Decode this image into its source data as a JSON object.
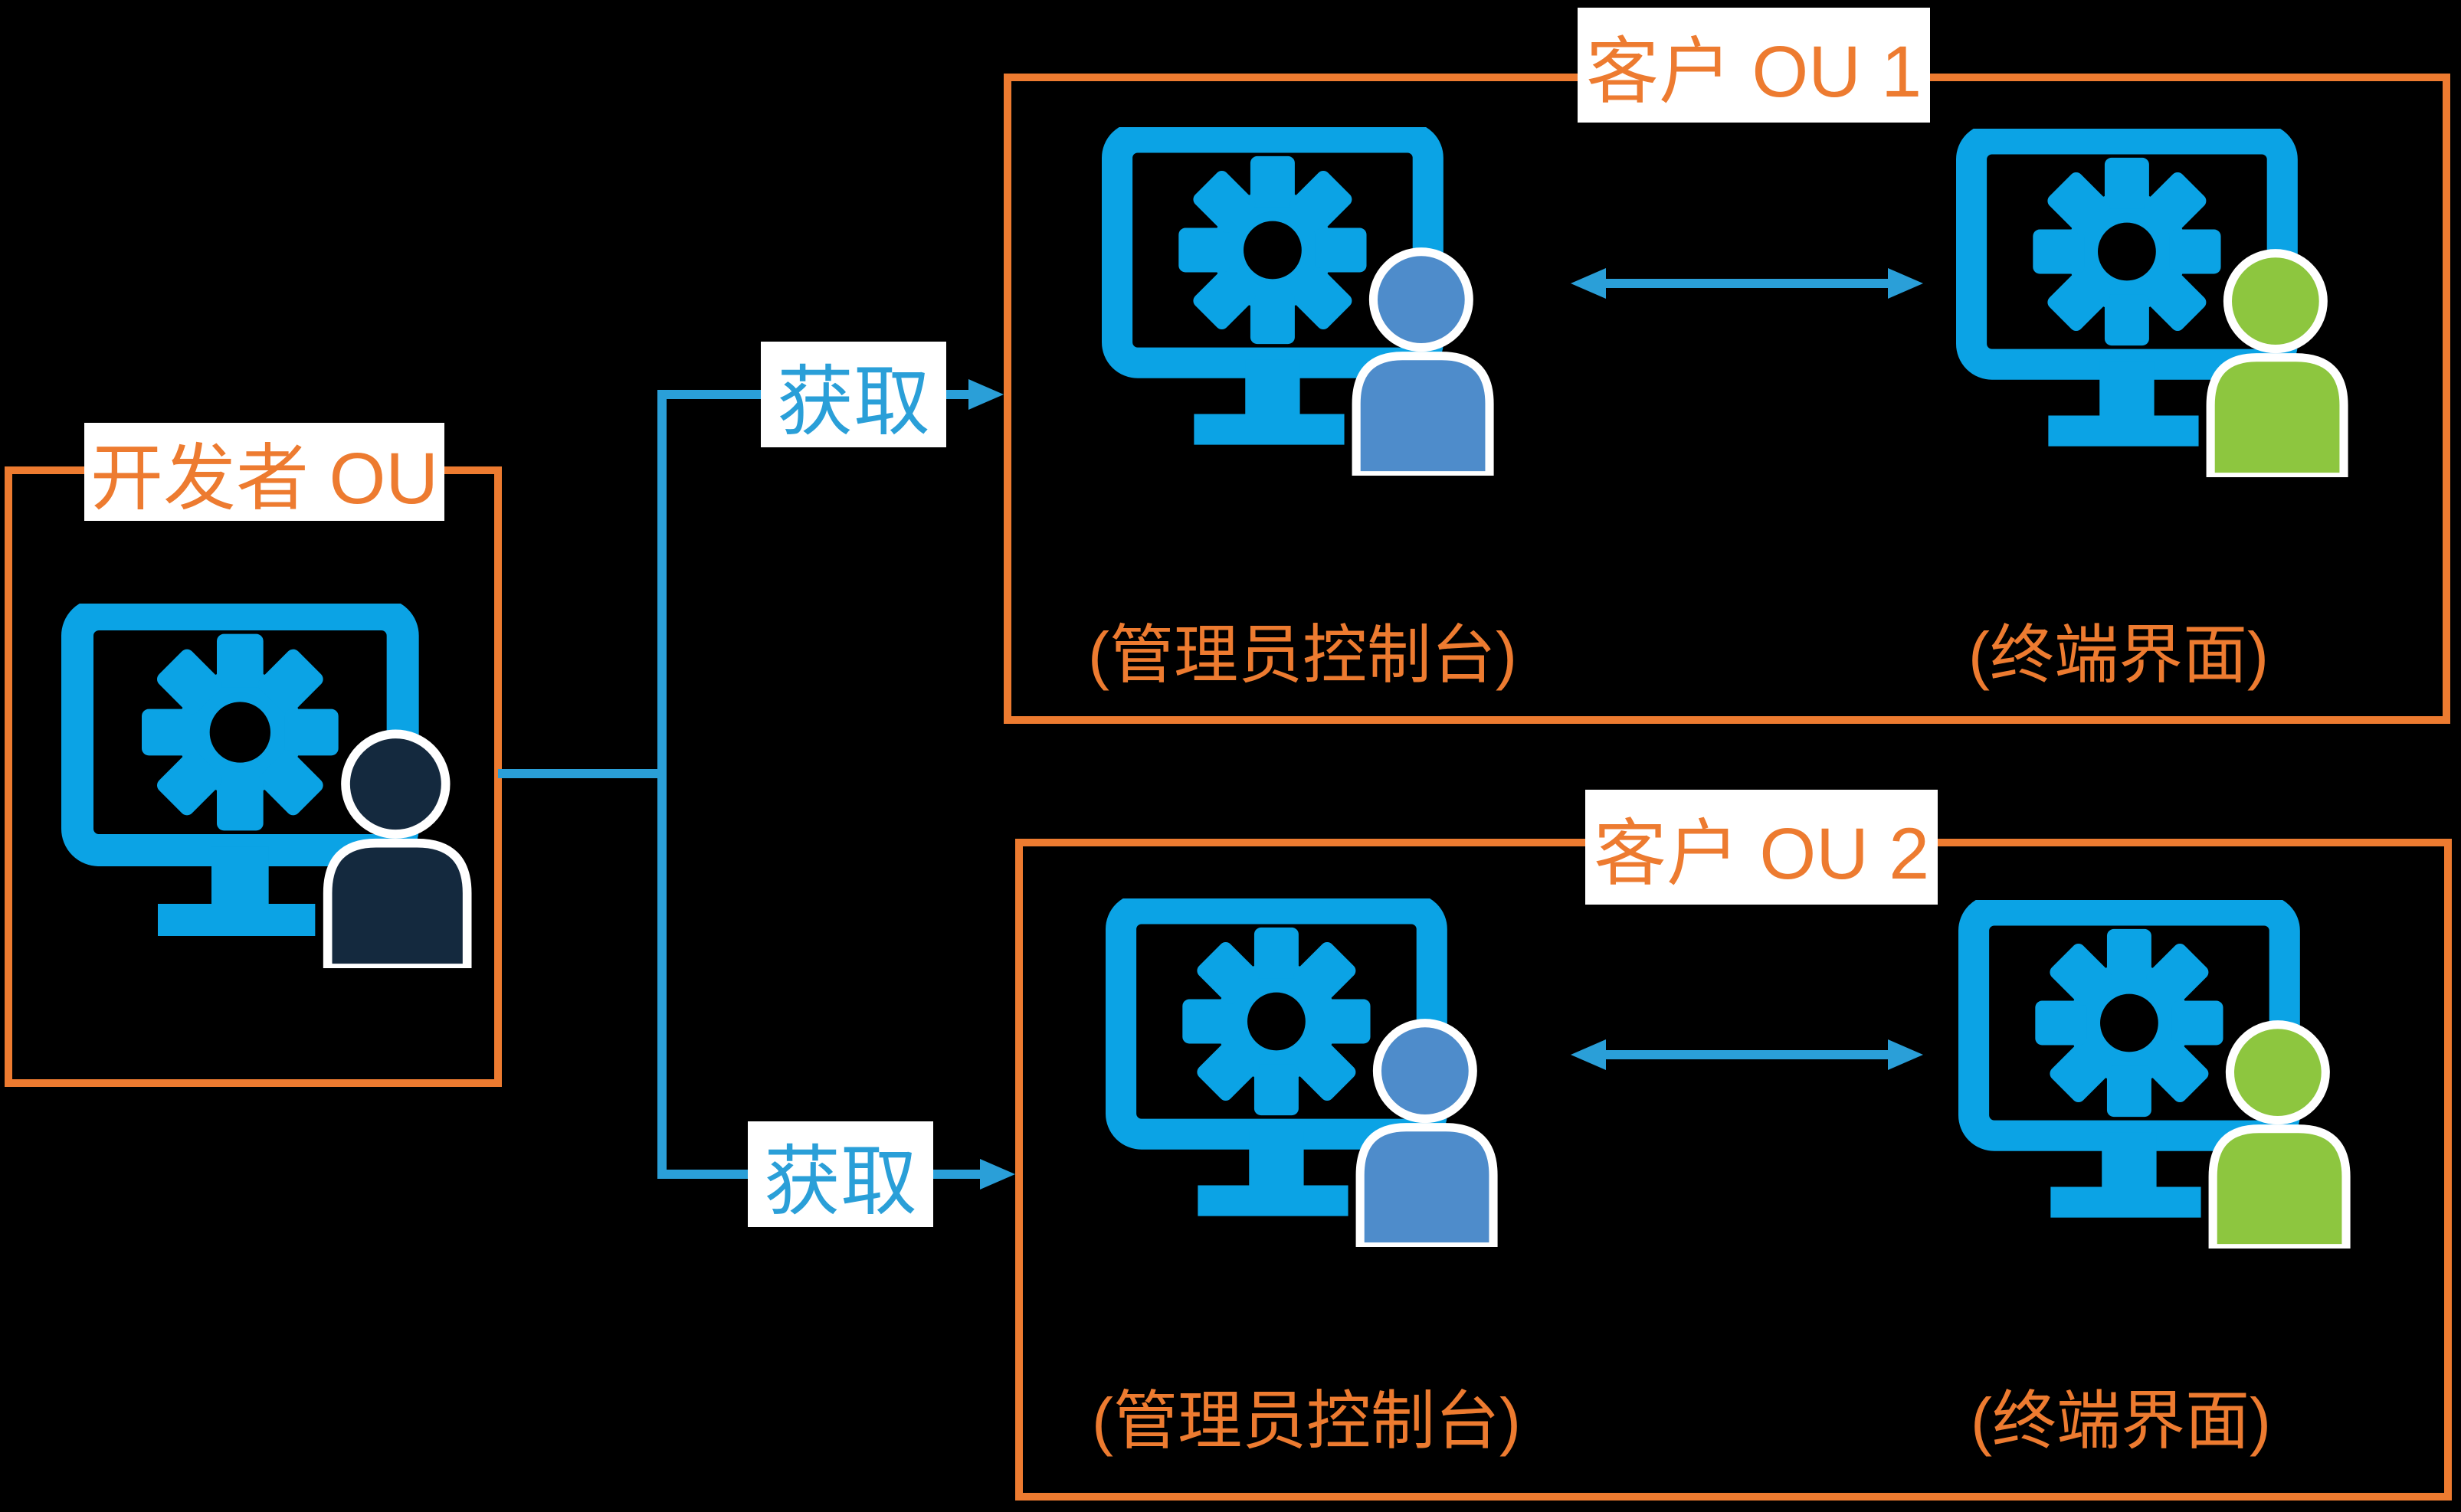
{
  "background": "#000000",
  "palette": {
    "orange": "#ED7B30",
    "line_blue": "#2A9FD8",
    "monitor_blue": "#0BA3E5",
    "person_navy": "#14293E",
    "person_blue": "#4E8CCB",
    "person_green": "#8DC63F",
    "label_bg": "#FFFFFF"
  },
  "developer_ou": {
    "label": "开发者 OU",
    "workstation_icon": "monitor-gear-user",
    "person_color_key": "person_navy"
  },
  "edges": {
    "top": {
      "label": "获取"
    },
    "bottom": {
      "label": "获取"
    }
  },
  "customer_ou_1": {
    "label": "客户 OU 1",
    "admin_console": {
      "caption": "(管理员控制台)",
      "person_color_key": "person_blue"
    },
    "terminal": {
      "caption": "(终端界面)",
      "person_color_key": "person_green"
    }
  },
  "customer_ou_2": {
    "label": "客户 OU 2",
    "admin_console": {
      "caption": "(管理员控制台)",
      "person_color_key": "person_blue"
    },
    "terminal": {
      "caption": "(终端界面)",
      "person_color_key": "person_green"
    }
  }
}
